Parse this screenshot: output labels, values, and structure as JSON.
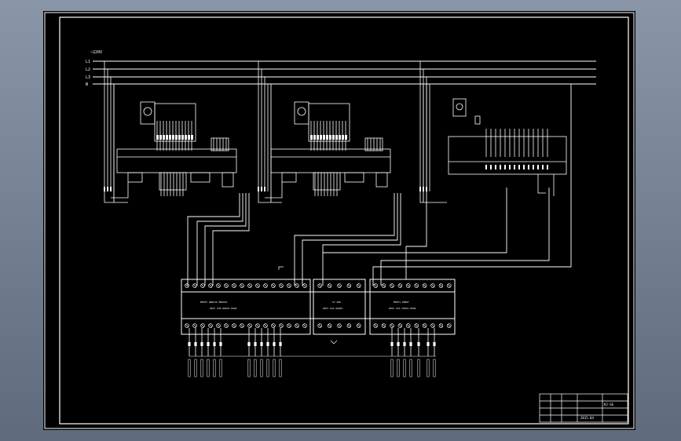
{
  "supply": {
    "voltage": "~220V"
  },
  "bus_lines": [
    "L1",
    "L2",
    "L3",
    "N"
  ],
  "title_block": {
    "code": "KJ-SG",
    "date": "2015.04"
  },
  "colors": {
    "background": "#000000",
    "wire": "#ffffff",
    "frame": "#ffffff",
    "window": "#7b8799"
  },
  "modules": {
    "left": {
      "name": "EM235 ANALOG MODULE",
      "model": "6ES7 235-0KD22-0XA0"
    },
    "center": {
      "name": "S7-200",
      "model": "6ES7 216-2AD23"
    },
    "right": {
      "name": "EM231 INPUT",
      "model": "6ES7 231-7PD22-0XA0"
    }
  }
}
